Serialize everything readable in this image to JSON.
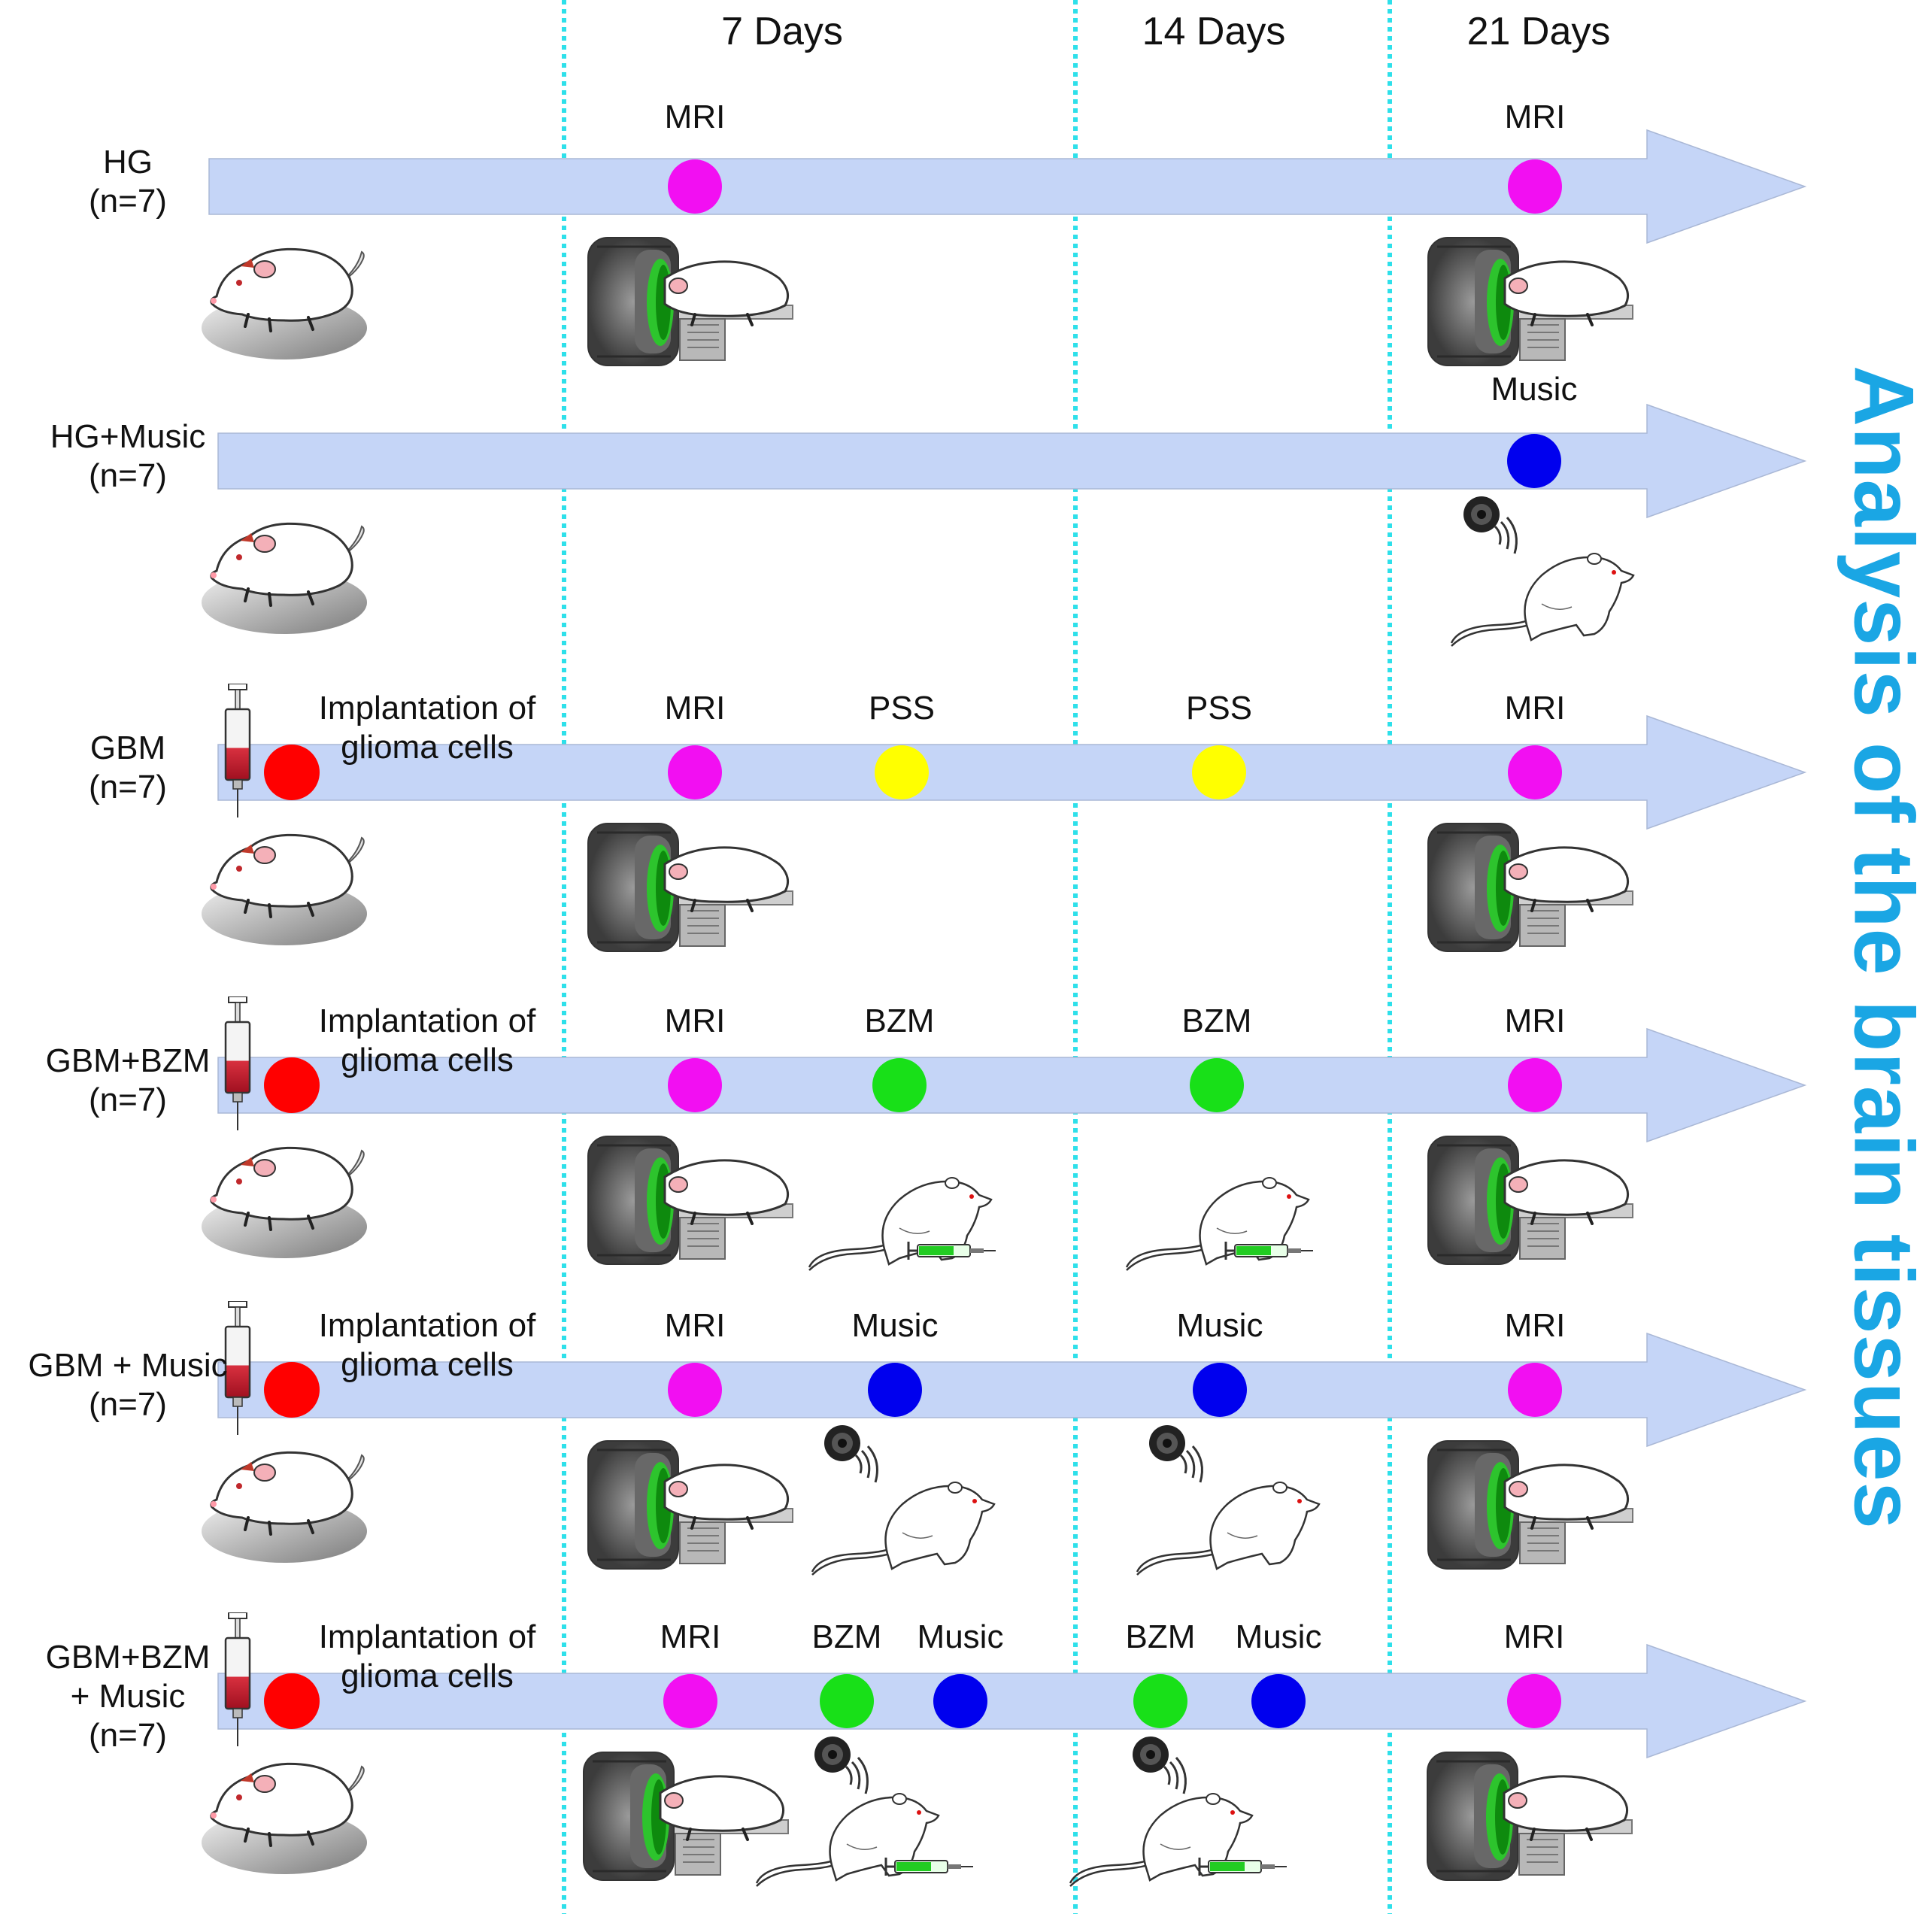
{
  "title": "Analysis of the brain tissues",
  "colors": {
    "arrow": "#c5d5f7",
    "divider": "#2ee0ea",
    "title": "#1aa6e4",
    "MRI": "#f20ff2",
    "PSS": "#ffff00",
    "BZM": "#18e018",
    "Music": "#0000ee",
    "Implantation": "#ff0000"
  },
  "timepoints": [
    "7 Days",
    "14 Days",
    "21 Days"
  ],
  "groups": [
    {
      "name": [
        "HG",
        "(n=7)"
      ],
      "events": [
        {
          "type": "MRI",
          "label": "MRI",
          "day": 7
        },
        {
          "type": "MRI",
          "label": "MRI",
          "day": 21
        }
      ]
    },
    {
      "name": [
        "HG+Music",
        "(n=7)"
      ],
      "events": [
        {
          "type": "Music",
          "label": "Music",
          "day": 21
        }
      ]
    },
    {
      "name": [
        "GBM",
        "(n=7)"
      ],
      "implant": [
        "Implantation of",
        "glioma cells"
      ],
      "events": [
        {
          "type": "MRI",
          "label": "MRI",
          "day": 7
        },
        {
          "type": "PSS",
          "label": "PSS",
          "day": 7
        },
        {
          "type": "PSS",
          "label": "PSS",
          "day": 14
        },
        {
          "type": "MRI",
          "label": "MRI",
          "day": 21
        }
      ]
    },
    {
      "name": [
        "GBM+BZM",
        "(n=7)"
      ],
      "implant": [
        "Implantation of",
        "glioma cells"
      ],
      "events": [
        {
          "type": "MRI",
          "label": "MRI",
          "day": 7
        },
        {
          "type": "BZM",
          "label": "BZM",
          "day": 7
        },
        {
          "type": "BZM",
          "label": "BZM",
          "day": 14
        },
        {
          "type": "MRI",
          "label": "MRI",
          "day": 21
        }
      ]
    },
    {
      "name": [
        "GBM + Music",
        "(n=7)"
      ],
      "implant": [
        "Implantation of",
        "glioma cells"
      ],
      "events": [
        {
          "type": "MRI",
          "label": "MRI",
          "day": 7
        },
        {
          "type": "Music",
          "label": "Music",
          "day": 7
        },
        {
          "type": "Music",
          "label": "Music",
          "day": 14
        },
        {
          "type": "MRI",
          "label": "MRI",
          "day": 21
        }
      ]
    },
    {
      "name": [
        "GBM+BZM",
        "+ Music",
        "(n=7)"
      ],
      "implant": [
        "Implantation of",
        "glioma cells"
      ],
      "events": [
        {
          "type": "MRI",
          "label": "MRI",
          "day": 7
        },
        {
          "type": "BZM",
          "label": "BZM",
          "day": 7
        },
        {
          "type": "Music",
          "label": "Music",
          "day": 7
        },
        {
          "type": "BZM",
          "label": "BZM",
          "day": 14
        },
        {
          "type": "Music",
          "label": "Music",
          "day": 14
        },
        {
          "type": "MRI",
          "label": "MRI",
          "day": 21
        }
      ]
    }
  ]
}
